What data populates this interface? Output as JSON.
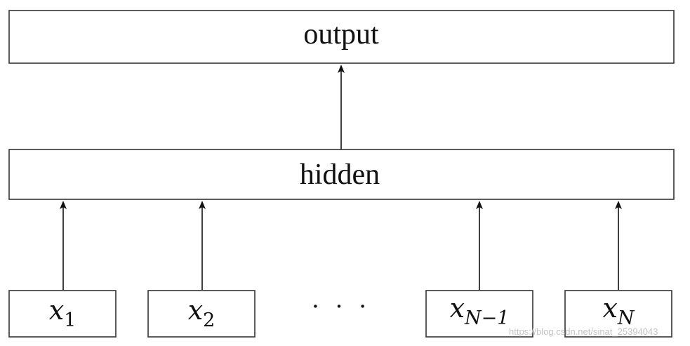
{
  "diagram": {
    "output_label": "output",
    "hidden_label": "hidden",
    "inputs": [
      {
        "base": "x",
        "sub": "1"
      },
      {
        "base": "x",
        "sub": "2"
      },
      {
        "base": "x",
        "sub": "N−1"
      },
      {
        "base": "x",
        "sub": "N"
      }
    ],
    "ellipsis": "· · ·"
  },
  "watermark": "https://blog.csdn.net/sinat_25394043"
}
